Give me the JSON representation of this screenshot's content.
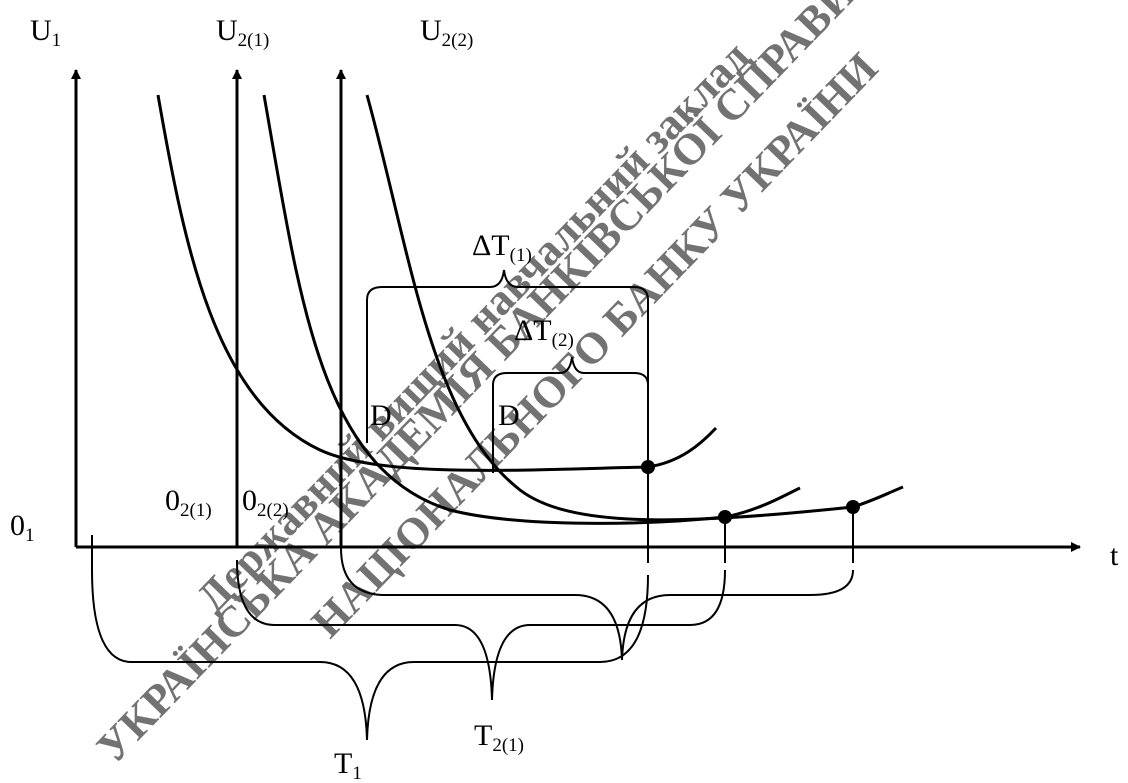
{
  "colors": {
    "ink": "#000000",
    "watermark": "#e0379c"
  },
  "watermark_text": [
    "Державний вищий навчальний заклад",
    "УКРАЇНСЬКА АКАДЕМІЯ БАНКІВСЬКОЇ СПРАВИ",
    "НАЦІОНАЛЬНОГО БАНКУ УКРАЇНИ"
  ],
  "axes": {
    "u1": {
      "main": "U",
      "sub": "1"
    },
    "u21": {
      "main": "U",
      "sub": "2(1)"
    },
    "u22": {
      "main": "U",
      "sub": "2(2)"
    },
    "t": "t"
  },
  "origins": {
    "o1": {
      "main": "0",
      "sub": "1"
    },
    "o21": {
      "main": "0",
      "sub": "2(1)"
    },
    "o22": {
      "main": "0",
      "sub": "2(2)"
    }
  },
  "brackets": {
    "dt1": {
      "main": "ΔT",
      "sub": "(1)"
    },
    "dt2": {
      "main": "ΔT",
      "sub": "(2)"
    },
    "d1": "D",
    "d2": "D",
    "t1": {
      "main": "T",
      "sub": "1"
    },
    "t21": {
      "main": "T",
      "sub": "2(1)"
    }
  }
}
